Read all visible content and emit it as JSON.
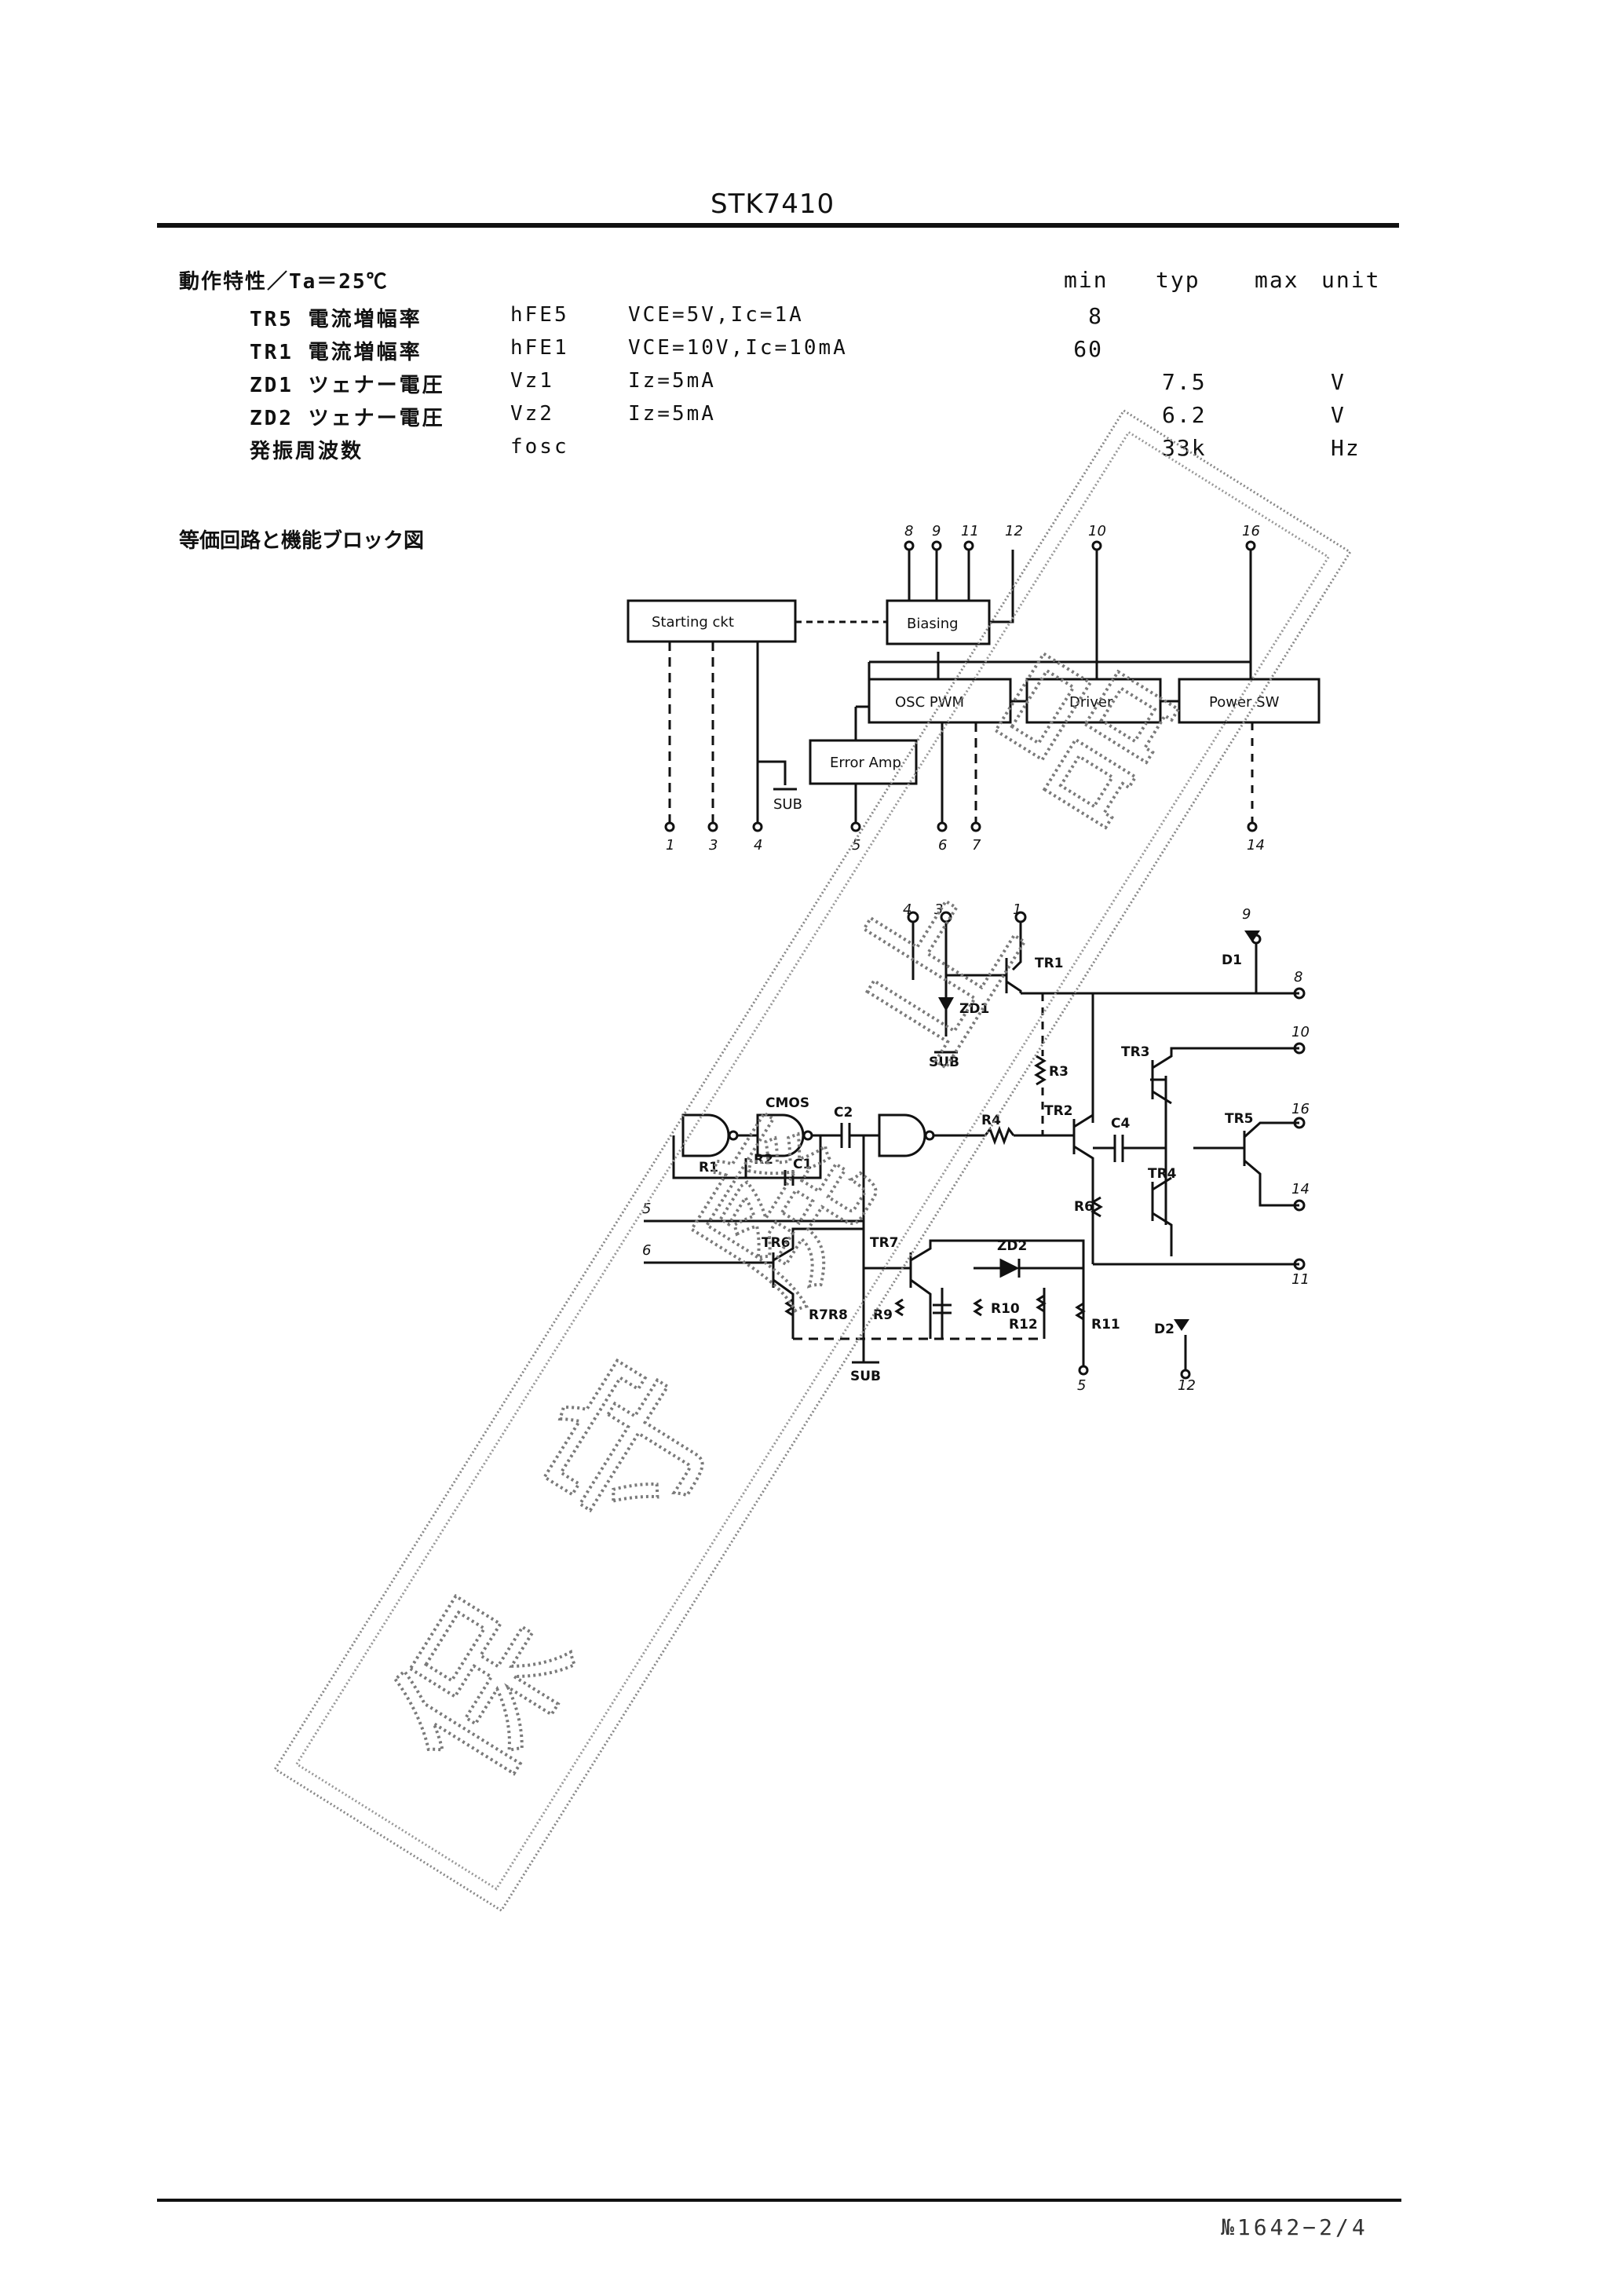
{
  "header": {
    "part_number": "STK7410"
  },
  "characteristics": {
    "title": "動作特性／Ta＝25℃",
    "columns": {
      "min": "min",
      "typ": "typ",
      "max": "max",
      "unit": "unit"
    },
    "rows": [
      {
        "item": "TR5 電流増幅率",
        "symbol": "hFE5",
        "condition": "VCE=5V,Ic=1A",
        "min": "8",
        "typ": "",
        "unit": ""
      },
      {
        "item": "TR1 電流増幅率",
        "symbol": "hFE1",
        "condition": "VCE=10V,Ic=10mA",
        "min": "60",
        "typ": "",
        "unit": ""
      },
      {
        "item": "ZD1 ツェナー電圧",
        "symbol": "Vz1",
        "condition": "Iz=5mA",
        "min": "",
        "typ": "7.5",
        "unit": "V"
      },
      {
        "item": "ZD2 ツェナー電圧",
        "symbol": "Vz2",
        "condition": "Iz=5mA",
        "min": "",
        "typ": "6.2",
        "unit": "V"
      },
      {
        "item": "発振周波数",
        "symbol": "fosc",
        "condition": "",
        "min": "",
        "typ": "33k",
        "unit": "Hz"
      }
    ]
  },
  "block_section": {
    "title": "等価回路と機能ブロック図"
  },
  "block_diagram": {
    "blocks": {
      "starting": "Starting ckt",
      "biasing": "Biasing",
      "osc": "OSC PWM",
      "driver": "Driver",
      "power": "Power SW",
      "error": "Error Amp"
    },
    "sub": "SUB",
    "top_pins": [
      "8",
      "9",
      "11",
      "12",
      "10",
      "16"
    ],
    "bottom_pins": [
      "1",
      "3",
      "4",
      "5",
      "6",
      "7",
      "14"
    ]
  },
  "circuit": {
    "pin_labels": {
      "p4": "4",
      "p3": "3",
      "p1": "1",
      "p9": "9",
      "p8": "8",
      "p10": "10",
      "p16": "16",
      "p14": "14",
      "p5": "5",
      "p6": "6",
      "p11": "11",
      "p5b": "5",
      "p12": "12"
    },
    "labels": {
      "tr1": "TR1",
      "tr2": "TR2",
      "tr3": "TR3",
      "tr4": "TR4",
      "tr5": "TR5",
      "tr6": "TR6",
      "tr7": "TR7",
      "zd1": "ZD1",
      "zd2": "ZD2",
      "d1": "D1",
      "d2": "D2",
      "cmos": "CMOS",
      "c1": "C1",
      "c2": "C2",
      "c4": "C4",
      "r1": "R1",
      "r2": "R2",
      "r3": "R3",
      "r4": "R4",
      "r6": "R6",
      "r7r8": "R7R8",
      "r9": "R9",
      "r10": "R10",
      "r11": "R11",
      "r12": "R12",
      "sub1": "SUB",
      "sub2": "SUB"
    }
  },
  "watermark": {
    "text": "保守廃止品"
  },
  "footer": {
    "page_ref": "№1642−2/4"
  }
}
